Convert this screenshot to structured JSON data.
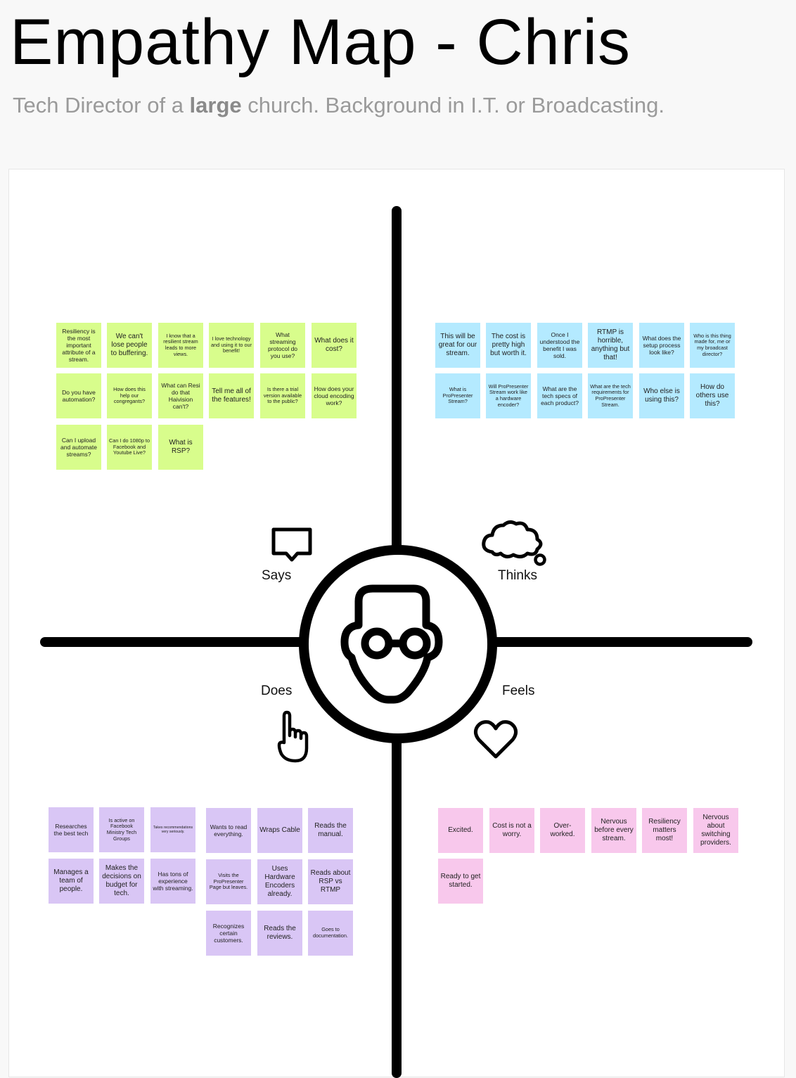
{
  "header": {
    "title": "Empathy Map - Chris",
    "subtitle_before": "Tech Director of a ",
    "subtitle_bold": "large",
    "subtitle_after": " church. Background in I.T. or Broadcasting."
  },
  "quadrants": {
    "says": "Says",
    "thinks": "Thinks",
    "does": "Does",
    "feels": "Feels"
  },
  "icons": {
    "says": "speech-bubble-icon",
    "thinks": "thought-cloud-icon",
    "does": "pointing-hand-icon",
    "feels": "heart-icon",
    "center": "person-face-with-glasses-icon"
  },
  "colors": {
    "says": "#d8fd8c",
    "thinks": "#b4eaff",
    "does": "#d9c6f5",
    "feels": "#f8c8ec"
  },
  "notes": {
    "says": [
      "Resiliency is the most important attribute of a stream.",
      "We can't lose people to buffering.",
      "I know that a resilient stream leads to more views.",
      "I love technology and using it to our benefit!",
      "What streaming protocol do you use?",
      "What does it cost?",
      "Do you have automation?",
      "How does this help our congregants?",
      "What can Resi do that Haivision can't?",
      "Tell me all of the features!",
      "Is there a trial version available to the public?",
      "How does your cloud encoding work?",
      "Can I upload and automate streams?",
      "Can I do 1080p to Facebook and Youtube Live?",
      "What is RSP?"
    ],
    "thinks": [
      "This will be great for our stream.",
      "The cost is pretty high but worth it.",
      "Once I understood the benefit I was sold.",
      "RTMP is horrible, anything but that!",
      "What does the setup process look like?",
      "Who is this thing made for, me or my broadcast director?",
      "What is ProPresenter Stream?",
      "Will ProPresenter Stream work like a hardware encoder?",
      "What are the tech specs of each product?",
      "What are the tech requirements for ProPresenter Stream.",
      "Who else is using this?",
      "How do others use this?"
    ],
    "does": [
      "Researches the best tech",
      "Is active on Facebook Ministry Tech Groups",
      "Takes recommendations very seriously.",
      "Wants to read everything.",
      "Wraps Cable",
      "Reads the manual.",
      "Manages a team of people.",
      "Makes the decisions on budget for tech.",
      "Has tons of experience with streaming.",
      "Visits the ProPresenter Page but leaves.",
      "Uses Hardware Encoders already.",
      "Reads about RSP vs RTMP",
      "Recognizes certain customers.",
      "Reads the reviews.",
      "Goes to documentation."
    ],
    "feels": [
      "Excited.",
      "Cost is not a worry.",
      "Over-worked.",
      "Nervous before every stream.",
      "Resiliency matters most!",
      "Nervous about switching providers.",
      "Ready to get started."
    ]
  }
}
